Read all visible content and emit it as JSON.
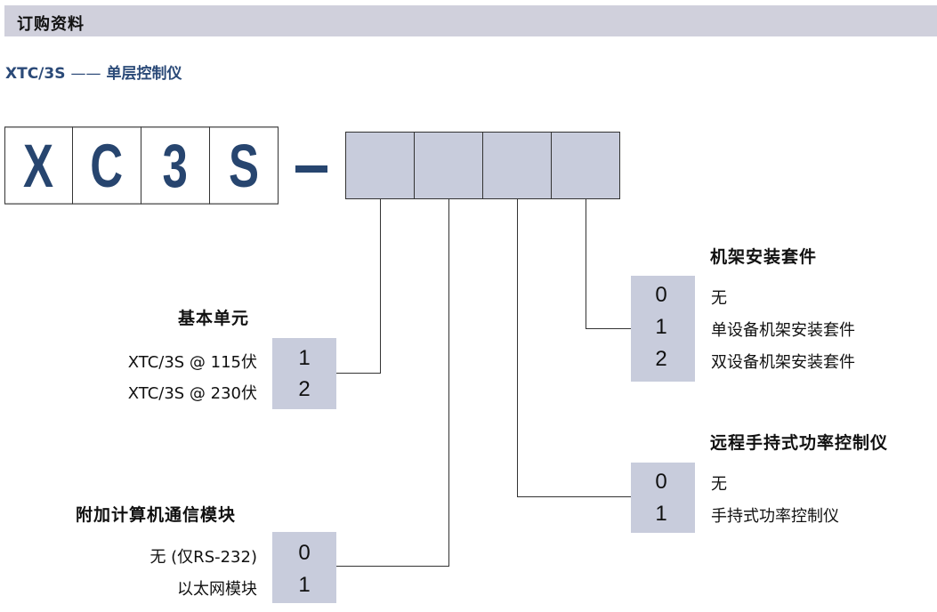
{
  "header": {
    "title": "订购资料"
  },
  "subtitle": {
    "model": "XTC/3S",
    "dash": "——",
    "description": "单层控制仪"
  },
  "model_code": {
    "letters": [
      "X",
      "C",
      "3",
      "S"
    ]
  },
  "sections": {
    "base_unit": {
      "title": "基本单元",
      "options": [
        {
          "code": "1",
          "label": "XTC/3S @ 115伏"
        },
        {
          "code": "2",
          "label": "XTC/3S @ 230伏"
        }
      ]
    },
    "comm_module": {
      "title": "附加计算机通信模块",
      "options": [
        {
          "code": "0",
          "label": "无 (仅RS-232)"
        },
        {
          "code": "1",
          "label": "以太网模块"
        }
      ]
    },
    "rack_kit": {
      "title": "机架安装套件",
      "options": [
        {
          "code": "0",
          "label": "无"
        },
        {
          "code": "1",
          "label": "单设备机架安装套件"
        },
        {
          "code": "2",
          "label": "双设备机架安装套件"
        }
      ]
    },
    "remote": {
      "title": "远程手持式功率控制仪",
      "options": [
        {
          "code": "0",
          "label": "无"
        },
        {
          "code": "1",
          "label": "手持式功率控制仪"
        }
      ]
    }
  }
}
